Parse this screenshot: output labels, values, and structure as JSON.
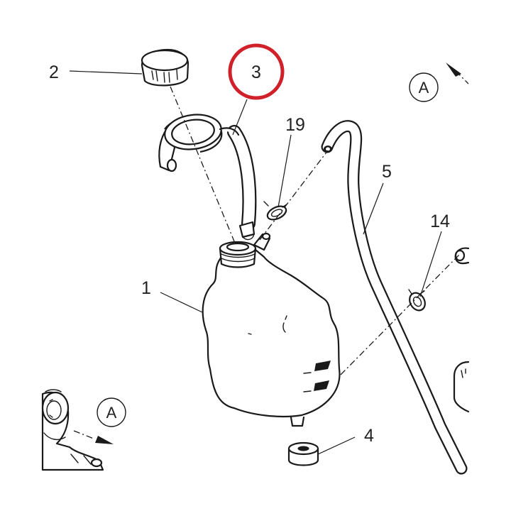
{
  "labels": {
    "tank": "1",
    "cap": "2",
    "filler_neck": "3",
    "grommet": "4",
    "hose": "5",
    "clip_small": "14",
    "clip_top": "19"
  },
  "view_refs": {
    "top": "A",
    "bottom": "A"
  },
  "highlight_color": "#d0202a"
}
